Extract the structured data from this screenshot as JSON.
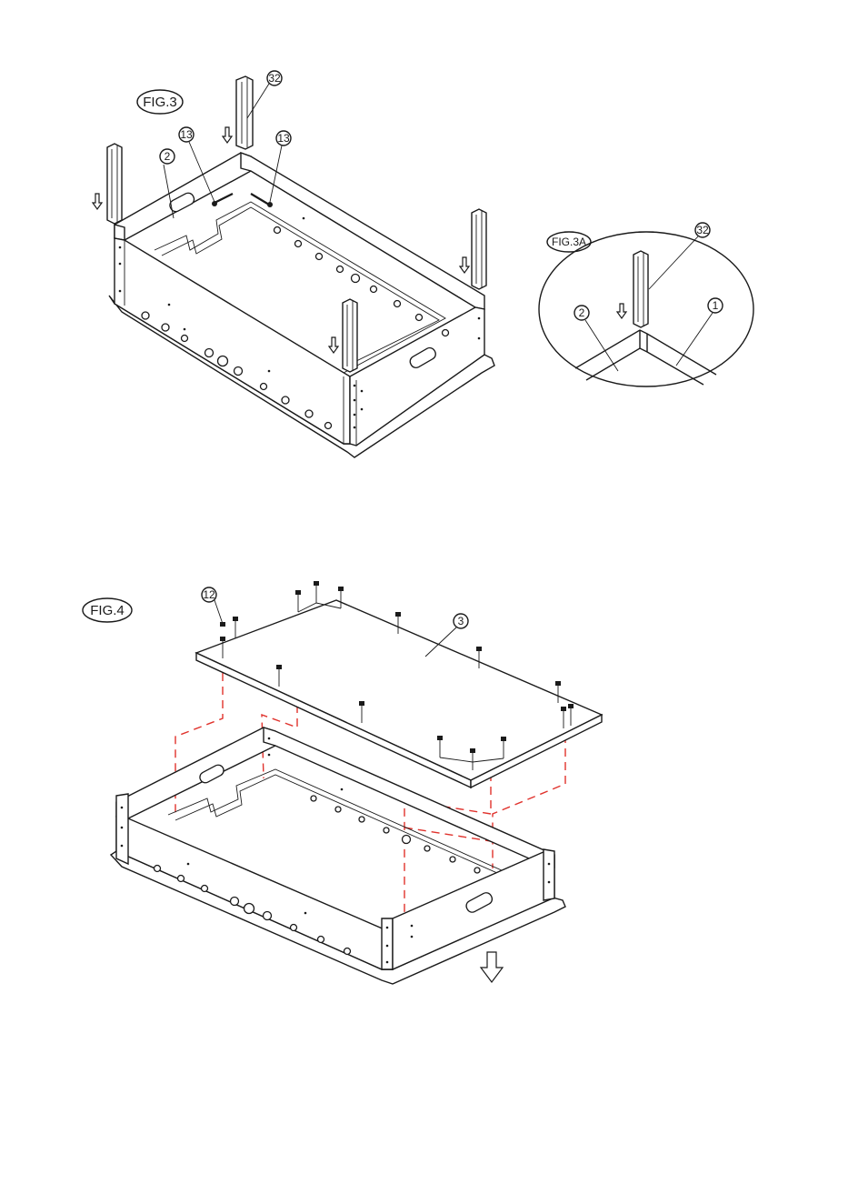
{
  "figures": {
    "fig3": {
      "label": "FIG.3",
      "callouts": [
        "32",
        "13",
        "13",
        "2"
      ]
    },
    "fig3a": {
      "label": "FIG.3A",
      "callouts": [
        "32",
        "2",
        "1"
      ]
    },
    "fig4": {
      "label": "FIG.4",
      "callouts": [
        "12",
        "3"
      ]
    }
  },
  "colors": {
    "line": "#1a1a1a",
    "dashed_guide": "#e0322c",
    "background": "#ffffff"
  }
}
